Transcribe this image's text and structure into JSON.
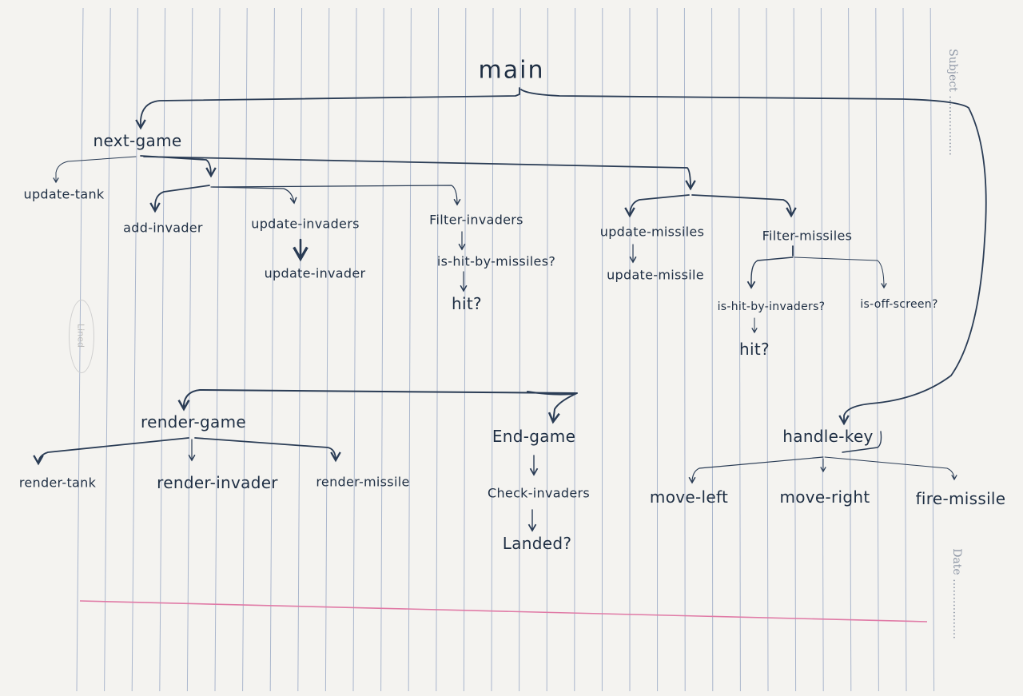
{
  "paper": {
    "subject_label": "Subject .................",
    "date_label": "Date .................",
    "punch_label": "Lined"
  },
  "colors": {
    "ink": "#1f2f44",
    "rule_line": "#aab6cc",
    "margin_line": "#e07aa6"
  },
  "nodes": {
    "main": "main",
    "next_game": "next-game",
    "update_tank": "update-tank",
    "add_invader": "add-invader",
    "update_invaders": "update-invaders",
    "update_invader": "update-invader",
    "filter_invaders": "Filter-invaders",
    "is_hit_by_missiles": "is-hit-by-missiles?",
    "hit_1": "hit?",
    "update_missiles": "update-missiles",
    "update_missile": "update-missile",
    "filter_missiles": "Filter-missiles",
    "is_hit_by_invaders": "is-hit-by-invaders?",
    "is_off_screen": "is-off-screen?",
    "hit_2": "hit?",
    "render_game": "render-game",
    "render_tank": "render-tank",
    "render_invader": "render-invader",
    "render_missile": "render-missile",
    "end_game": "End-game",
    "check_invaders": "Check-invaders",
    "landed": "Landed?",
    "handle_key": "handle-key",
    "move_left": "move-left",
    "move_right": "move-right",
    "fire_missile": "fire-missile"
  }
}
